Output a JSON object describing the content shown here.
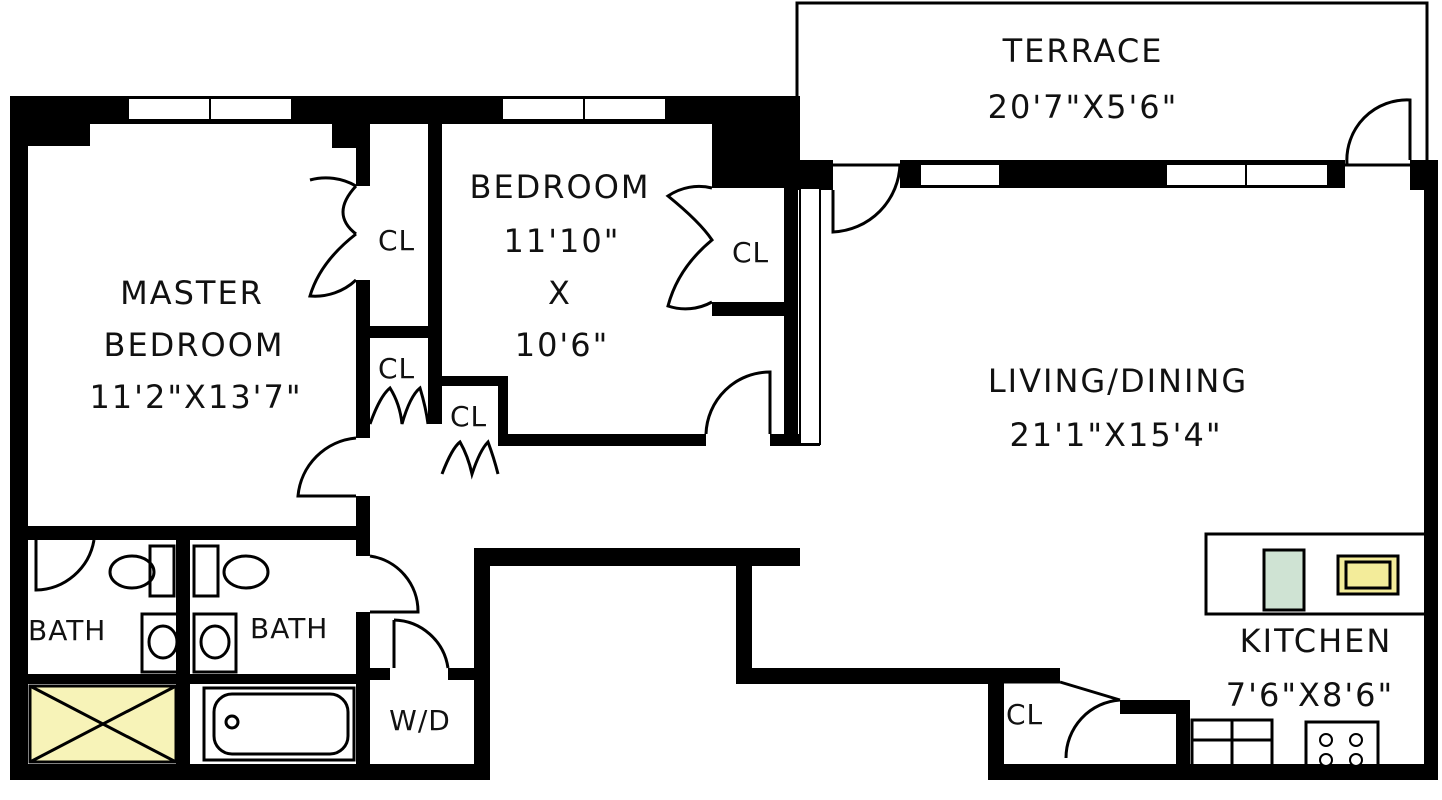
{
  "rooms": {
    "terrace": {
      "name": "TERRACE",
      "size": "20'7\"X5'6\""
    },
    "bedroom": {
      "name": "BEDROOM",
      "width": "11'10\"",
      "x": "X",
      "depth": "10'6\""
    },
    "master_bedroom": {
      "line1": "MASTER",
      "line2": "BEDROOM",
      "size": "11'2\"X13'7\""
    },
    "living_dining": {
      "name": "LIVING/DINING",
      "size": "21'1\"X15'4\""
    },
    "kitchen": {
      "name": "KITCHEN",
      "size": "7'6\"X8'6\""
    },
    "bath_left": {
      "name": "BATH"
    },
    "bath_right": {
      "name": "BATH"
    },
    "wd": {
      "name": "W/D"
    }
  },
  "closets": {
    "master": "CL",
    "bedroom": "CL",
    "hall_upper": "CL",
    "hall_lower": "CL",
    "kitchen": "CL"
  },
  "colors": {
    "wall": "#000000",
    "shower_tile": "#f7f3b8",
    "kitchen_counter": "#f3ec9a",
    "range_dots": "#8fb59a"
  }
}
